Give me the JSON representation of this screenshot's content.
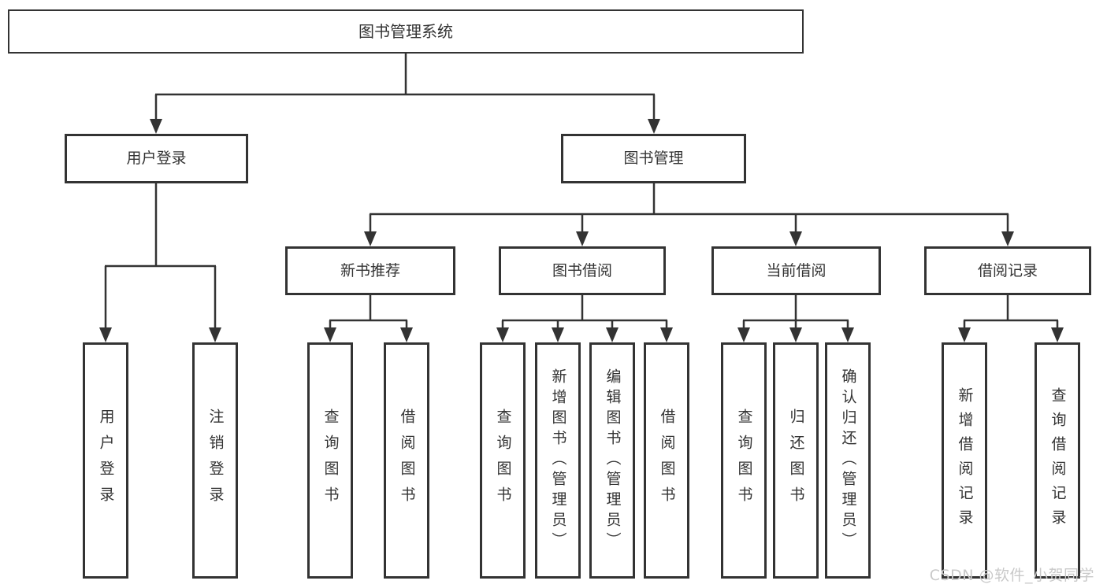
{
  "diagram_type": "hierarchy-tree",
  "tree": {
    "label": "图书管理系统",
    "children": [
      {
        "label": "用户登录",
        "children": [
          {
            "label": "用户登录"
          },
          {
            "label": "注销登录"
          }
        ]
      },
      {
        "label": "图书管理",
        "children": [
          {
            "label": "新书推荐",
            "children": [
              {
                "label": "查询图书"
              },
              {
                "label": "借阅图书"
              }
            ]
          },
          {
            "label": "图书借阅",
            "children": [
              {
                "label": "查询图书"
              },
              {
                "label": "新增图书（管理员）"
              },
              {
                "label": "编辑图书（管理员）"
              },
              {
                "label": "借阅图书"
              }
            ]
          },
          {
            "label": "当前借阅",
            "children": [
              {
                "label": "查询图书"
              },
              {
                "label": "归还图书"
              },
              {
                "label": "确认归还（管理员）"
              }
            ]
          },
          {
            "label": "借阅记录",
            "children": [
              {
                "label": "新增借阅记录"
              },
              {
                "label": "查询借阅记录"
              }
            ]
          }
        ]
      }
    ]
  },
  "watermark": "CSDN @软件_小贺同学",
  "colors": {
    "line": "#333333",
    "box_border": "#333333",
    "text": "#333333",
    "watermark": "#c9c9c9",
    "background": "#ffffff"
  }
}
